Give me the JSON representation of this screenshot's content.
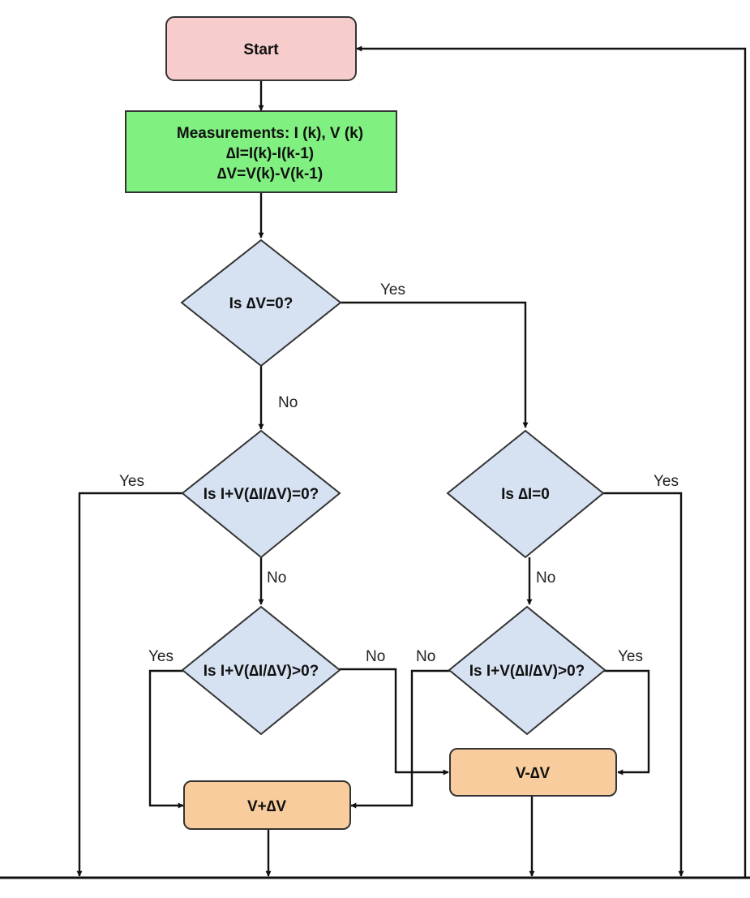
{
  "colors": {
    "start_fill": "#f6cccc",
    "process_fill": "#80f080",
    "decision_fill": "#d6e2f2",
    "action_fill": "#f8cc9c",
    "line": "#111111"
  },
  "nodes": {
    "start": {
      "label": "Start"
    },
    "measurements": {
      "line1": "Measurements: I (k), V (k)",
      "line2": "∆I=I(k)-I(k-1)",
      "line3": "∆V=V(k)-V(k-1)"
    },
    "decision_dv_zero": {
      "label": "Is ∆V=0?"
    },
    "decision_incremental_zero": {
      "label": "Is I+V(∆I/∆V)=0?"
    },
    "decision_di_zero": {
      "label": "Is ∆I=0"
    },
    "decision_left_positive": {
      "label": "Is I+V(∆I/∆V)>0?"
    },
    "decision_right_positive": {
      "label": "Is I+V(∆I/∆V)>0?"
    },
    "action_v_minus": {
      "label": "V-∆V"
    },
    "action_v_plus": {
      "label": "V+∆V"
    }
  },
  "edge_labels": {
    "dv_zero_yes": "Yes",
    "dv_zero_no": "No",
    "incremental_zero_yes": "Yes",
    "incremental_zero_no": "No",
    "di_zero_yes": "Yes",
    "di_zero_no": "No",
    "left_positive_yes": "Yes",
    "left_positive_no": "No",
    "right_positive_no": "No",
    "right_positive_yes": "Yes"
  }
}
